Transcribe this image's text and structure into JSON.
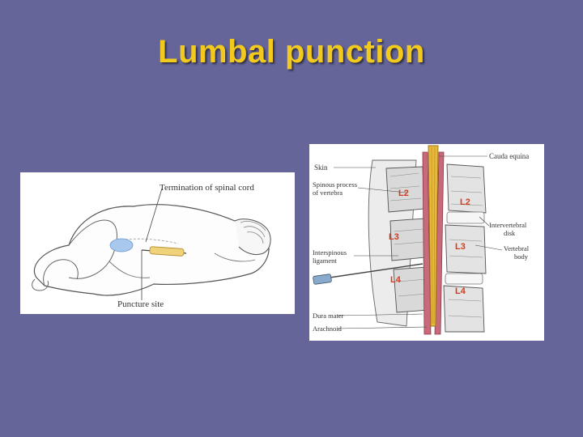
{
  "slide": {
    "title": "Lumbal punction"
  },
  "left_figure": {
    "labels": {
      "termination": "Termination of spinal cord",
      "puncture": "Puncture site"
    }
  },
  "right_figure": {
    "labels": {
      "skin": "Skin",
      "cauda": "Cauda equina",
      "spinous_1": "Spinous process",
      "spinous_2": "of vertebra",
      "interspinous_1": "Interspinous",
      "interspinous_2": "ligament",
      "disk_1": "Intervertebral",
      "disk_2": "disk",
      "body_1": "Vertebral",
      "body_2": "body",
      "dura": "Dura mater",
      "arachnoid": "Arachnoid"
    },
    "vertebra_labels": {
      "l2_left": "L2",
      "l2_right": "L2",
      "l3_left": "L3",
      "l3_right": "L3",
      "l4_left": "L4",
      "l4_right": "L4"
    }
  },
  "colors": {
    "background": "#65659a",
    "title": "#f2c91d",
    "vertebra_label": "#d63a1c",
    "cauda_equina": "#e8b93a",
    "needle_hub": "#88aacc"
  }
}
